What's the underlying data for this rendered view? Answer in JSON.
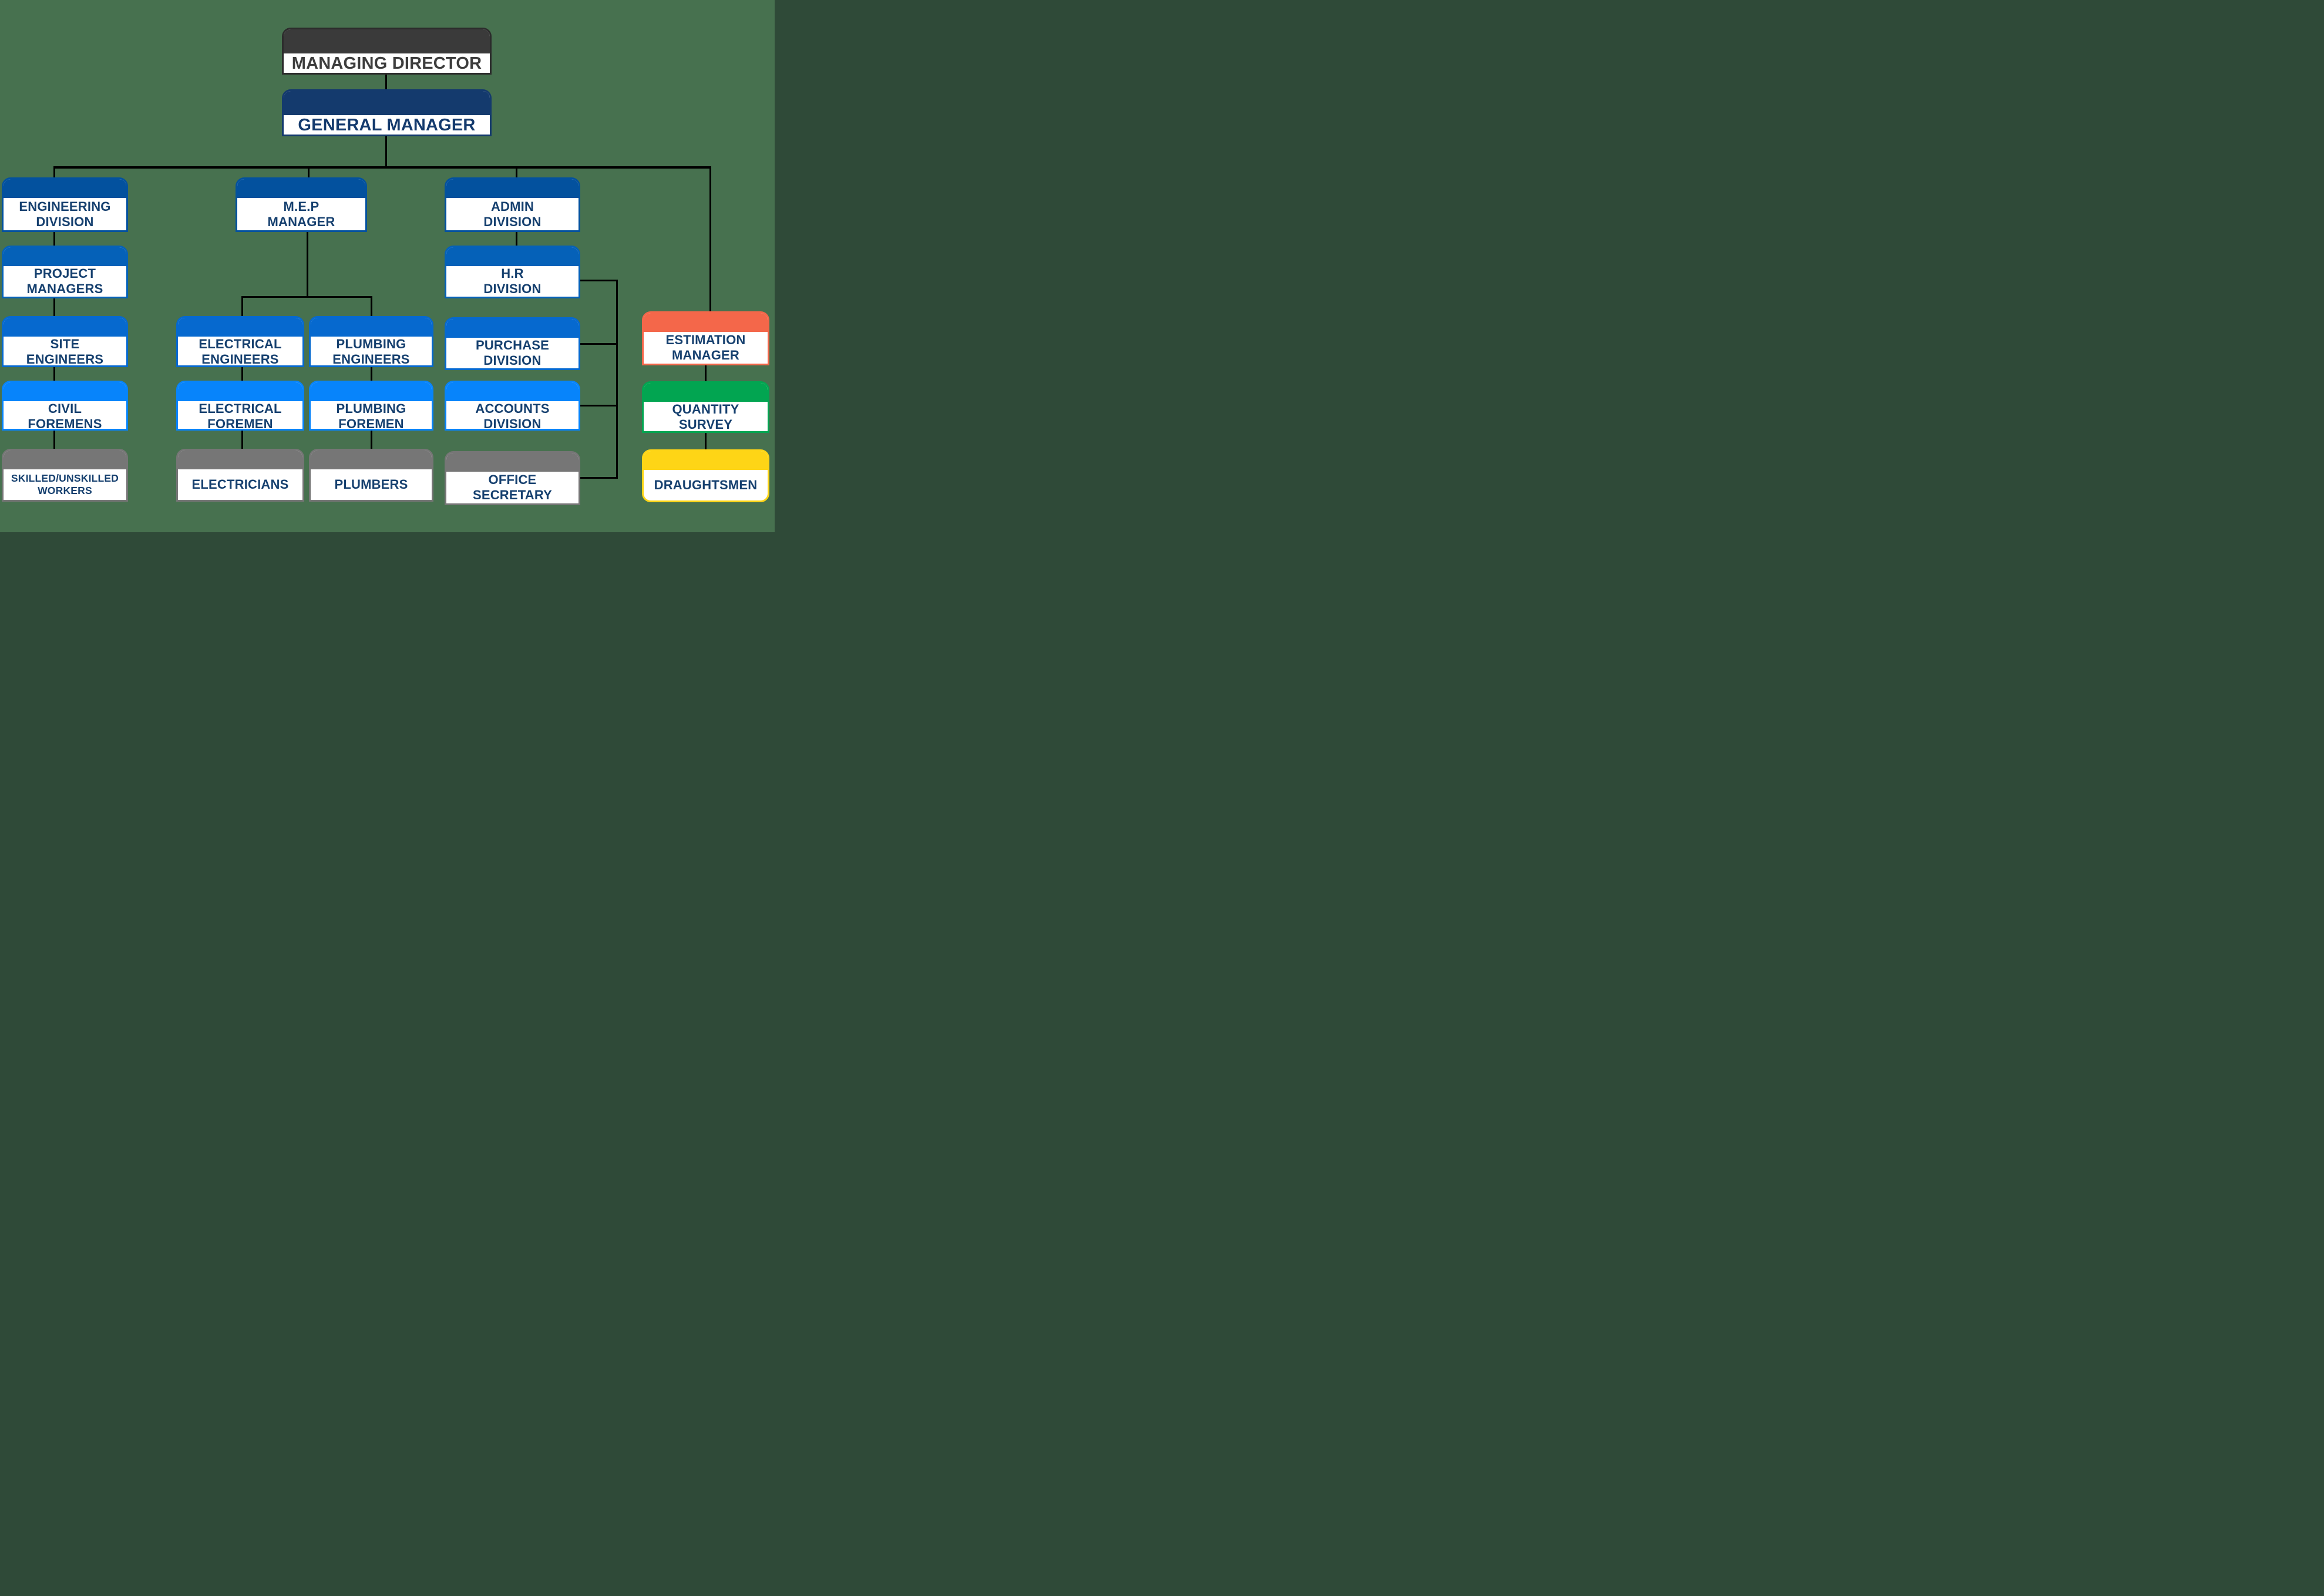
{
  "background_color": "#47714f",
  "line_color": "#000000",
  "default_text_color": "#16406f",
  "nodes": {
    "managing_director": {
      "label": "MANAGING DIRECTOR",
      "header_color": "#3a3a3a",
      "border_color": "#2c2c2c",
      "text_color": "#3d3d3d"
    },
    "general_manager": {
      "label": "GENERAL MANAGER",
      "header_color": "#143a6d",
      "border_color": "#143a6d",
      "text_color": "#143a6d"
    },
    "engineering_division": {
      "label": "ENGINEERING\nDIVISION",
      "header_color": "#03519e",
      "border_color": "#03519e",
      "text_color": "#16406f"
    },
    "mep_manager": {
      "label": "M.E.P\nMANAGER",
      "header_color": "#03519e",
      "border_color": "#03519e",
      "text_color": "#16406f"
    },
    "admin_division": {
      "label": "ADMIN\nDIVISION",
      "header_color": "#03519e",
      "border_color": "#03519e",
      "text_color": "#16406f"
    },
    "project_managers": {
      "label": "PROJECT\nMANAGERS",
      "header_color": "#0561b8",
      "border_color": "#0561b8",
      "text_color": "#16406f"
    },
    "hr_division": {
      "label": "H.R\nDIVISION",
      "header_color": "#0561b8",
      "border_color": "#0561b8",
      "text_color": "#16406f"
    },
    "site_engineers": {
      "label": "SITE\nENGINEERS",
      "header_color": "#0669cf",
      "border_color": "#0669cf",
      "text_color": "#16406f"
    },
    "electrical_engineers": {
      "label": "ELECTRICAL\nENGINEERS",
      "header_color": "#0669cf",
      "border_color": "#0669cf",
      "text_color": "#16406f"
    },
    "plumbing_engineers": {
      "label": "PLUMBING\nENGINEERS",
      "header_color": "#0669cf",
      "border_color": "#0669cf",
      "text_color": "#16406f"
    },
    "purchase_division": {
      "label": "PURCHASE\nDIVISION",
      "header_color": "#0669cf",
      "border_color": "#0669cf",
      "text_color": "#16406f"
    },
    "estimation_manager": {
      "label": "ESTIMATION\nMANAGER",
      "header_color": "#f4674a",
      "border_color": "#f4674a",
      "text_color": "#16406f"
    },
    "civil_foremens": {
      "label": "CIVIL\nFOREMENS",
      "header_color": "#0784fb",
      "border_color": "#0784fb",
      "text_color": "#16406f"
    },
    "electrical_foremen": {
      "label": "ELECTRICAL\nFOREMEN",
      "header_color": "#0784fb",
      "border_color": "#0784fb",
      "text_color": "#16406f"
    },
    "plumbing_foremen": {
      "label": "PLUMBING\nFOREMEN",
      "header_color": "#0784fb",
      "border_color": "#0784fb",
      "text_color": "#16406f"
    },
    "accounts_division": {
      "label": "ACCOUNTS\nDIVISION",
      "header_color": "#0784fb",
      "border_color": "#0784fb",
      "text_color": "#16406f"
    },
    "quantity_survey": {
      "label": "QUANTITY\nSURVEY",
      "header_color": "#02a551",
      "border_color": "#02a551",
      "text_color": "#16406f"
    },
    "skilled_unskilled_workers": {
      "label": "SKILLED/UNSKILLED\nWORKERS",
      "header_color": "#767676",
      "border_color": "#767676",
      "text_color": "#16406f"
    },
    "electricians": {
      "label": "ELECTRICIANS",
      "header_color": "#767676",
      "border_color": "#767676",
      "text_color": "#16406f"
    },
    "plumbers": {
      "label": "PLUMBERS",
      "header_color": "#767676",
      "border_color": "#767676",
      "text_color": "#16406f"
    },
    "office_secretary": {
      "label": "OFFICE\nSECRETARY",
      "header_color": "#767676",
      "border_color": "#767676",
      "text_color": "#16406f"
    },
    "draughtsmen": {
      "label": "DRAUGHTSMEN",
      "header_color": "#fed516",
      "border_color": "#fed516",
      "text_color": "#16406f"
    }
  },
  "edges": [
    [
      "managing_director",
      "general_manager"
    ],
    [
      "general_manager",
      "engineering_division"
    ],
    [
      "general_manager",
      "mep_manager"
    ],
    [
      "general_manager",
      "admin_division"
    ],
    [
      "general_manager",
      "estimation_manager"
    ],
    [
      "engineering_division",
      "project_managers"
    ],
    [
      "project_managers",
      "site_engineers"
    ],
    [
      "site_engineers",
      "civil_foremens"
    ],
    [
      "civil_foremens",
      "skilled_unskilled_workers"
    ],
    [
      "mep_manager",
      "electrical_engineers"
    ],
    [
      "mep_manager",
      "plumbing_engineers"
    ],
    [
      "electrical_engineers",
      "electrical_foremen"
    ],
    [
      "plumbing_engineers",
      "plumbing_foremen"
    ],
    [
      "electrical_foremen",
      "electricians"
    ],
    [
      "plumbing_foremen",
      "plumbers"
    ],
    [
      "admin_division",
      "hr_division"
    ],
    [
      "hr_division",
      "purchase_division"
    ],
    [
      "hr_division",
      "accounts_division"
    ],
    [
      "hr_division",
      "office_secretary"
    ],
    [
      "estimation_manager",
      "quantity_survey"
    ],
    [
      "quantity_survey",
      "draughtsmen"
    ]
  ]
}
